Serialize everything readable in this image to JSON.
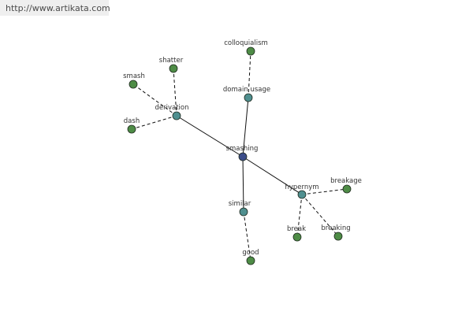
{
  "banner": {
    "url": "http://www.artikata.com"
  },
  "colors": {
    "center": "#3c4d8a",
    "relation": "#4f8f8f",
    "leaf": "#4e8c46"
  },
  "graph": {
    "nodes": [
      {
        "id": "smashing",
        "label": "smashing",
        "kind": "center"
      },
      {
        "id": "derivation",
        "label": "derivation",
        "kind": "relation"
      },
      {
        "id": "domain_usage",
        "label": "domain usage",
        "kind": "relation"
      },
      {
        "id": "similar",
        "label": "similar",
        "kind": "relation"
      },
      {
        "id": "hypernym",
        "label": "hypernym",
        "kind": "relation"
      },
      {
        "id": "smash",
        "label": "smash",
        "kind": "leaf"
      },
      {
        "id": "shatter",
        "label": "shatter",
        "kind": "leaf"
      },
      {
        "id": "dash",
        "label": "dash",
        "kind": "leaf"
      },
      {
        "id": "colloquialism",
        "label": "colloquialism",
        "kind": "leaf"
      },
      {
        "id": "good",
        "label": "good",
        "kind": "leaf"
      },
      {
        "id": "breakage",
        "label": "breakage",
        "kind": "leaf"
      },
      {
        "id": "break",
        "label": "break",
        "kind": "leaf"
      },
      {
        "id": "breaking",
        "label": "breaking",
        "kind": "leaf"
      }
    ],
    "edges": [
      {
        "from": "smashing",
        "to": "derivation",
        "style": "solid"
      },
      {
        "from": "smashing",
        "to": "domain_usage",
        "style": "solid"
      },
      {
        "from": "smashing",
        "to": "similar",
        "style": "solid"
      },
      {
        "from": "smashing",
        "to": "hypernym",
        "style": "solid"
      },
      {
        "from": "derivation",
        "to": "smash",
        "style": "dashed"
      },
      {
        "from": "derivation",
        "to": "shatter",
        "style": "dashed"
      },
      {
        "from": "derivation",
        "to": "dash",
        "style": "dashed"
      },
      {
        "from": "domain_usage",
        "to": "colloquialism",
        "style": "dashed"
      },
      {
        "from": "similar",
        "to": "good",
        "style": "dashed"
      },
      {
        "from": "hypernym",
        "to": "breakage",
        "style": "dashed"
      },
      {
        "from": "hypernym",
        "to": "break",
        "style": "dashed"
      },
      {
        "from": "hypernym",
        "to": "breaking",
        "style": "dashed"
      }
    ]
  }
}
